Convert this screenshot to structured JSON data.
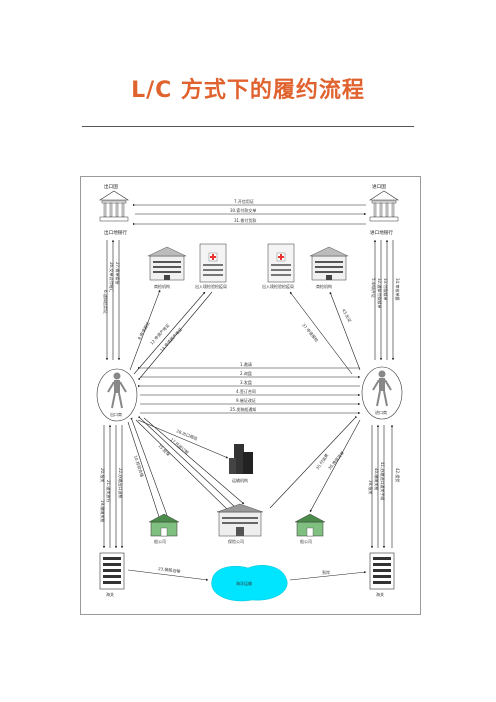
{
  "page": {
    "title": "L/C 方式下的履约流程"
  },
  "colors": {
    "title": "#e0622e",
    "frame": "#9a9a9a",
    "ocean": "#00e5ff",
    "house": "#7fbf7f"
  },
  "nodes": {
    "exporter_country": "出口国",
    "importer_country": "进口国",
    "exporter_bank": "出口地银行",
    "importer_bank": "进口地银行",
    "exporter": "出口商",
    "importer": "进口商",
    "inspection_exp": "商检机构",
    "commerce_exp": "出入境检验检疫局",
    "commerce_imp": "出入境检验检疫局",
    "inspection_imp": "商检机构",
    "shipping_co": "船公司",
    "insurance_co": "保险公司",
    "ship_co_imp": "船公司",
    "customs_exp": "海关",
    "customs_imp": "海关",
    "transport": "运输机构",
    "sea": "海洋运输"
  },
  "horizontal_flows": {
    "bank_top": [
      "7.开信用证",
      "30.索付款交单",
      "31.拨付货款"
    ],
    "middle": [
      "1.邀请",
      "2.询盘",
      "3.发盘",
      "4.签订合同",
      "9.催证改证",
      "25.发装船通知"
    ],
    "bottom": [
      "23.装船运输",
      "到岸"
    ]
  },
  "vertical_flows": {
    "exporter_bank_left": [
      "6.通知信用证",
      "26.交单议付结汇",
      "27.寄单索偿"
    ],
    "importer_bank_right": [
      "5.申请开证",
      "32.通知付款赎单",
      "33.付款赎单",
      "34.审核单据"
    ],
    "exporter_customs": [
      "20.报关",
      "21.通关放行",
      "22.办理出口退税",
      "19.缴纳关税"
    ],
    "importer_customs": [
      "39.报关",
      "40.缴纳关税",
      "41.办理进口通关手续",
      "42.提货"
    ]
  },
  "diagonal_flows": {
    "to_inspection_exp": [
      "8.申请报检",
      "10.检验合格",
      "11.出证"
    ],
    "to_commerce_exp": [
      "12.申请产地证",
      "13.签发产地证",
      "14.申请原产地证"
    ],
    "to_insurance": [
      "15.投保",
      "16.签发保单"
    ],
    "to_shipping_exp": [
      "17.托运订舱",
      "18.签发装货单",
      "24.签发提单"
    ],
    "to_transport": [
      "28.出口报运"
    ],
    "to_shipping_imp": [
      "35.付运费",
      "36.换提货单"
    ],
    "to_inspection_imp": [
      "37.申请报检",
      "38.检验合格"
    ],
    "to_commerce_imp": [
      "43.出证"
    ]
  }
}
